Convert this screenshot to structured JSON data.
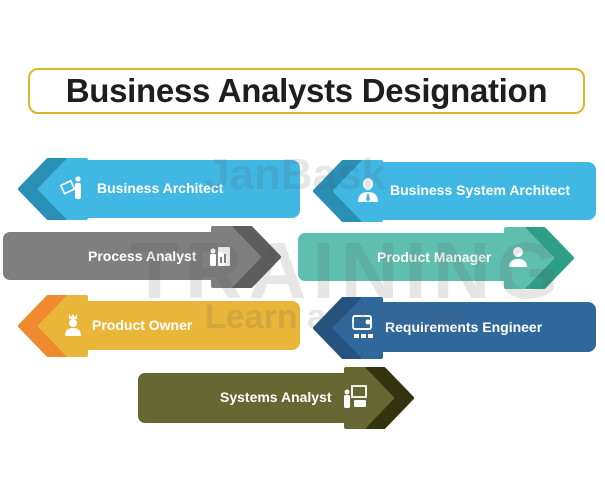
{
  "title": "Business Analysts Designation",
  "watermark": {
    "line1": "JanBask",
    "line2": "TRAINING",
    "line3": "Learn and Grow"
  },
  "designations": [
    {
      "label": "Business Architect",
      "icon": "architect-plan-icon",
      "color": "#41b8e4",
      "accent": "#2a8fb4"
    },
    {
      "label": "Business System Architect",
      "icon": "businessman-icon",
      "color": "#41b8e4",
      "accent": "#2a8fb4"
    },
    {
      "label": "Process Analyst",
      "icon": "clipboard-analyst-icon",
      "color": "#7f7f7f",
      "accent": "#5d5d5d"
    },
    {
      "label": "Product Manager",
      "icon": "user-icon",
      "color": "#5fbfae",
      "accent": "#2f9e86"
    },
    {
      "label": "Product Owner",
      "icon": "crowned-person-icon",
      "color": "#e9b63a",
      "accent": "#ef8a2e"
    },
    {
      "label": "Requirements Engineer",
      "icon": "presentation-team-icon",
      "color": "#30689c",
      "accent": "#25527e"
    },
    {
      "label": "Systems Analyst",
      "icon": "presenter-board-icon",
      "color": "#676733",
      "accent": "#33330f"
    }
  ]
}
